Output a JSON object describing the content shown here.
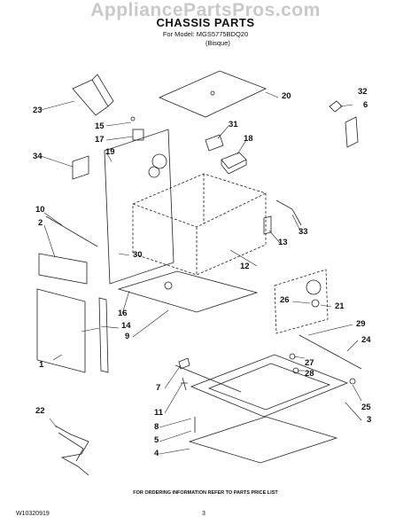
{
  "watermark": "AppliancePartsPros.com",
  "header": {
    "title": "CHASSIS PARTS",
    "model_line": "For Model: MGS5775BDQ20",
    "variant": "(Bisque)"
  },
  "callouts": [
    "1",
    "2",
    "3",
    "4",
    "5",
    "6",
    "7",
    "8",
    "9",
    "10",
    "11",
    "12",
    "13",
    "14",
    "15",
    "16",
    "17",
    "18",
    "19",
    "20",
    "21",
    "22",
    "23",
    "24",
    "25",
    "26",
    "27",
    "28",
    "29",
    "30",
    "31",
    "32",
    "33",
    "34"
  ],
  "footer": {
    "note": "FOR ORDERING INFORMATION REFER TO PARTS PRICE LIST",
    "doc_number": "W10320919",
    "page_number": "3"
  }
}
